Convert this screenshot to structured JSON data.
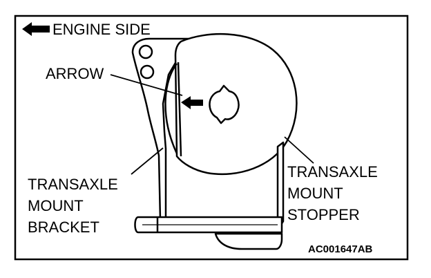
{
  "labels": {
    "engine_side": "ENGINE SIDE",
    "arrow": "ARROW",
    "bracket": [
      "TRANSAXLE",
      "MOUNT",
      "BRACKET"
    ],
    "stopper": [
      "TRANSAXLE",
      "MOUNT",
      "STOPPER"
    ],
    "figure_code": "AC001647AB"
  },
  "colors": {
    "ink": "#000000",
    "paper": "#ffffff"
  }
}
